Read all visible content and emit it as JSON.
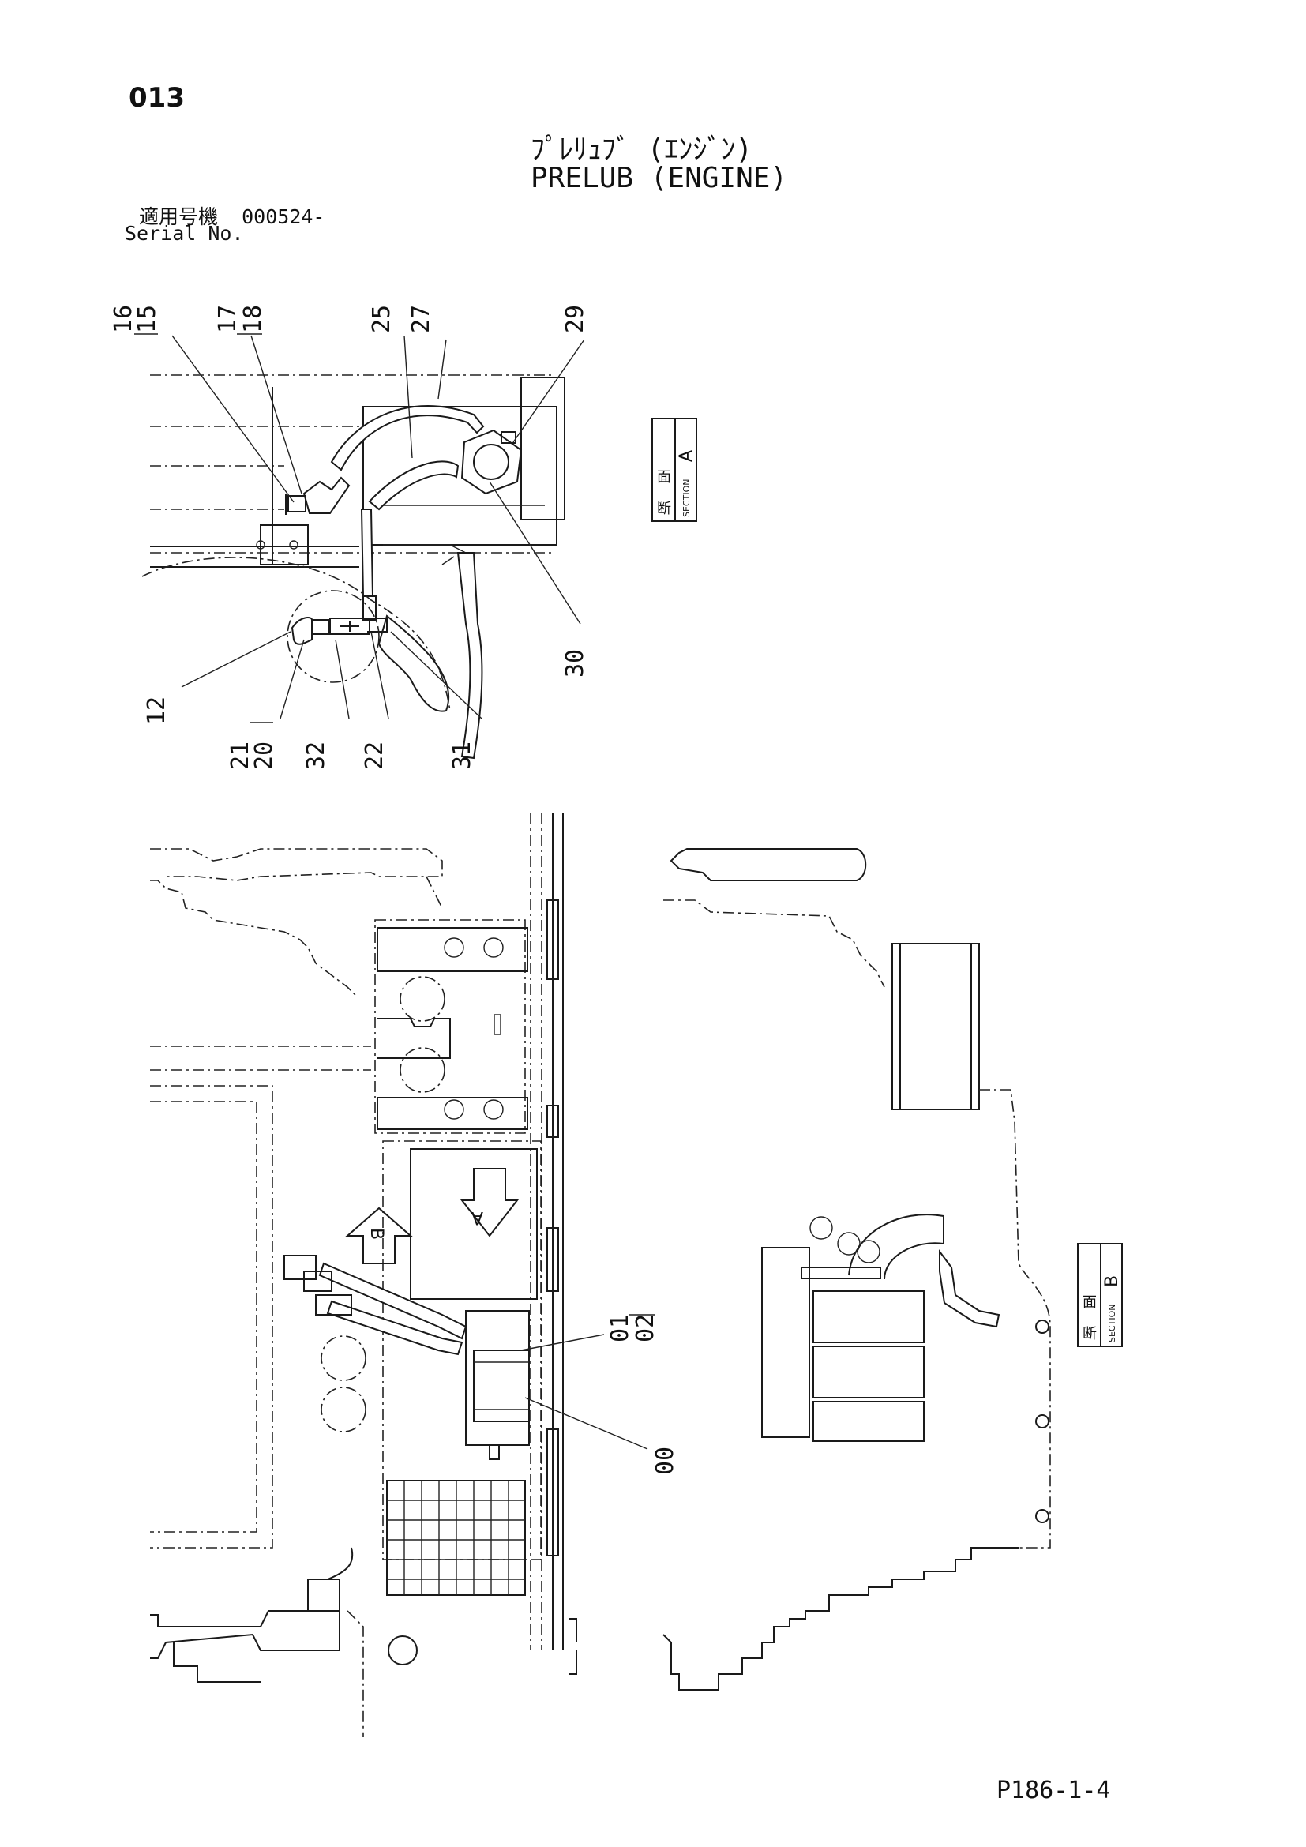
{
  "header": {
    "page_number": "013",
    "title_jp": "ﾌﾟﾚﾘｭﾌﾞ (ｴﾝｼﾞﾝ)",
    "title_en": "PRELUB (ENGINE)",
    "serial_label_jp": "適用号機",
    "serial_value": "000524-",
    "serial_label_en": "Serial No."
  },
  "footer": {
    "code": "P186-1-4"
  },
  "section_labels": {
    "a": {
      "kanji_1": "断",
      "kanji_2": "面",
      "word": "SECTION",
      "letter": "A"
    },
    "b": {
      "kanji_1": "断",
      "kanji_2": "面",
      "word": "SECTION",
      "letter": "B"
    },
    "arrow_a": "A",
    "arrow_b": "B"
  },
  "callouts": [
    "16",
    "15",
    "17",
    "18",
    "25",
    "27",
    "29",
    "30",
    "12",
    "21",
    "20",
    "32",
    "22",
    "31",
    "01",
    "02",
    "00"
  ],
  "icons": [
    "section-arrow-a-icon",
    "section-arrow-b-icon"
  ]
}
